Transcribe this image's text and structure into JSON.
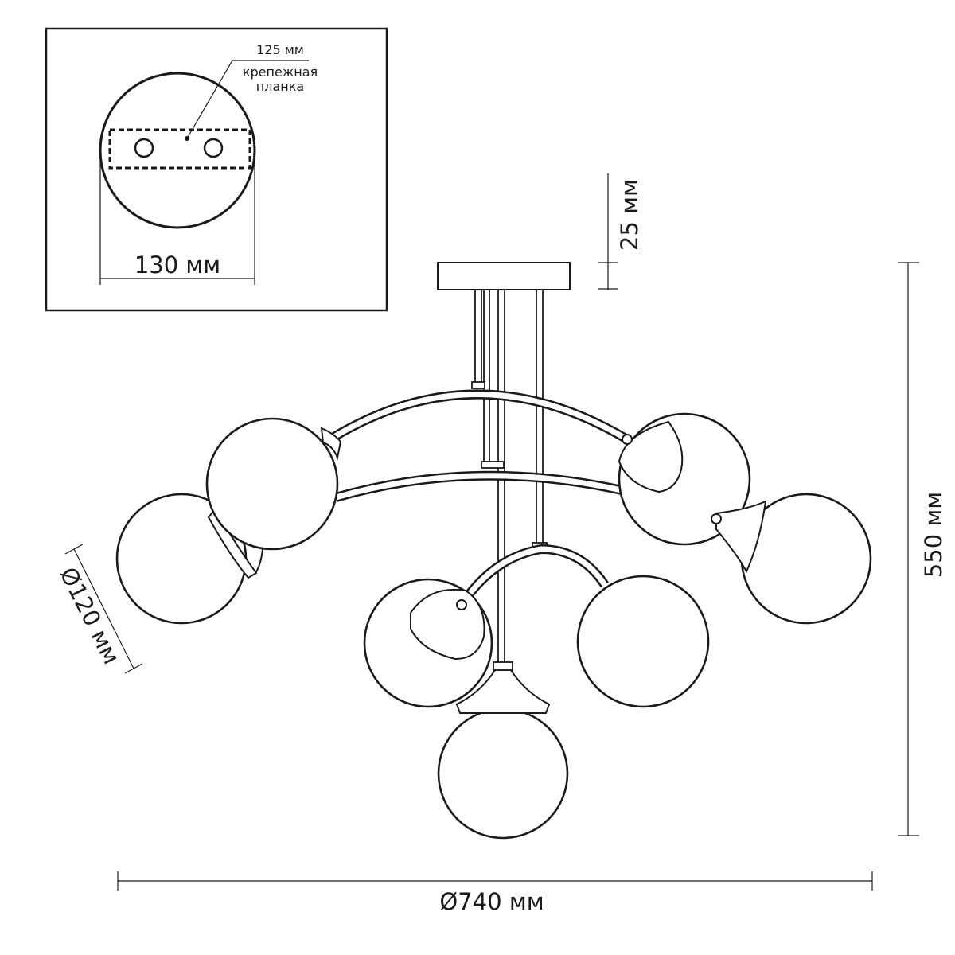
{
  "dimensions": {
    "plate_offset": "125 мм",
    "plate_label_line1": "крепежная",
    "plate_label_line2": "планка",
    "canopy_diameter": "130 мм",
    "canopy_height": "25 мм",
    "total_height": "550 мм",
    "total_diameter": "Ø740 мм",
    "shade_diameter": "Ø120 мм"
  }
}
